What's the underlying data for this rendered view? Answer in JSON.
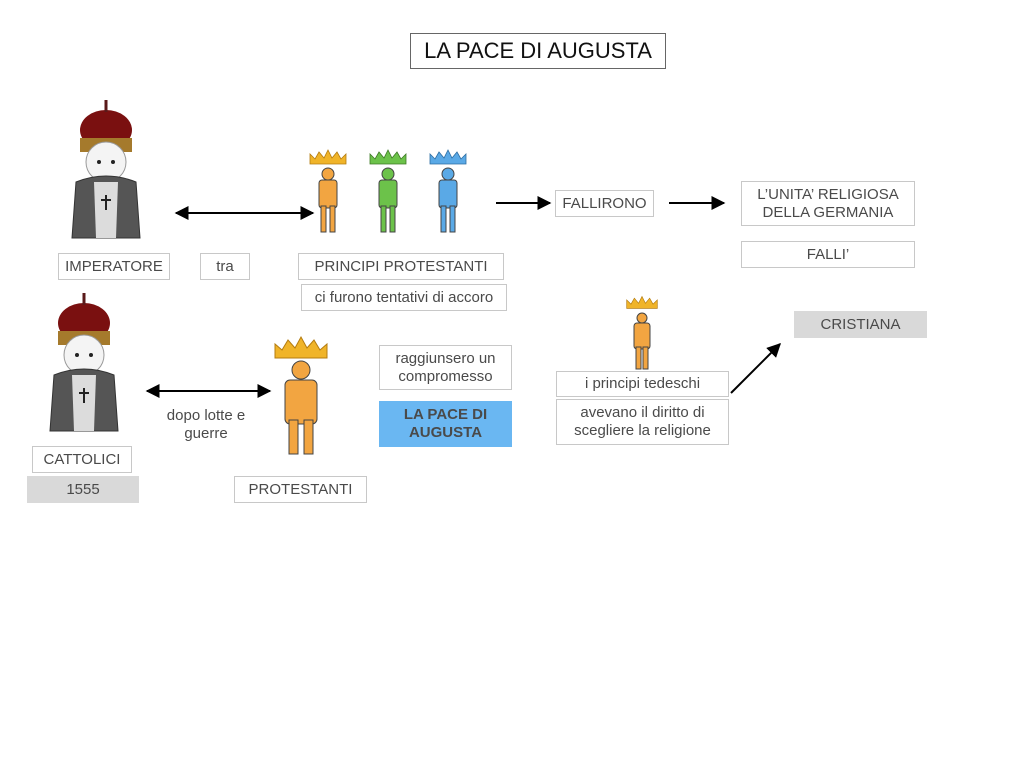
{
  "title": "LA PACE DI AUGUSTA",
  "labels": {
    "imperatore": "IMPERATORE",
    "tra": "tra",
    "principi_protestanti": "PRINCIPI PROTESTANTI",
    "tentativi": "ci furono tentativi di accoro",
    "fallirono": "FALLIRONO",
    "unita_line1": "L’UNITA’ RELIGIOSA",
    "unita_line2": "DELLA GERMANIA",
    "falli": "FALLI’",
    "cristiana": "CRISTIANA",
    "compromesso_line1": "raggiunsero un",
    "compromesso_line2": "compromesso",
    "pace_line1": "LA PACE DI",
    "pace_line2": "AUGUSTA",
    "principi_tedeschi": "i principi tedeschi",
    "diritto_line1": "avevano il diritto di",
    "diritto_line2": "scegliere la religione",
    "dopo_line1": "dopo lotte e",
    "dopo_line2": "guerre",
    "cattolici": "CATTOLICI",
    "year": "1555",
    "protestanti": "PROTESTANTI"
  },
  "colors": {
    "crown_gold": "#f0b429",
    "figure_orange": "#f2a541",
    "figure_green": "#6cc24a",
    "figure_blue": "#5aa9e6",
    "highlight_blue": "#6ab7f2",
    "gray_box": "#d9d9d9"
  },
  "icons": {
    "emperor": "emperor-icon",
    "prince": "prince-icon",
    "arrow": "arrow-icon"
  }
}
